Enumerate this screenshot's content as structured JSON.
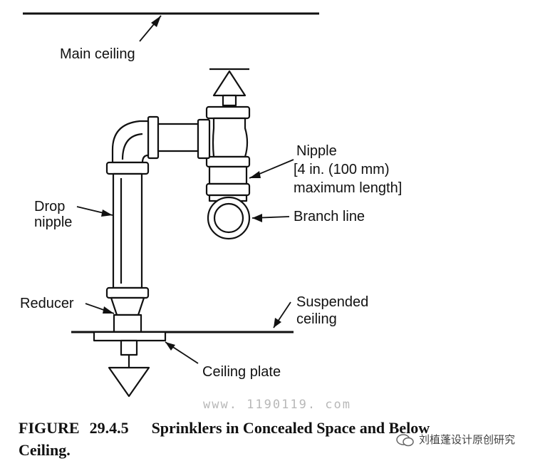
{
  "labels": {
    "main_ceiling": "Main ceiling",
    "nipple": [
      "Nipple",
      "[4 in. (100 mm)",
      "maximum length]"
    ],
    "branch_line": "Branch line",
    "drop_nipple": [
      "Drop",
      "nipple"
    ],
    "reducer": "Reducer",
    "suspended_ceiling": [
      "Suspended",
      "ceiling"
    ],
    "ceiling_plate": "Ceiling plate"
  },
  "caption": {
    "figure_label": "FIGURE",
    "figure_number": "29.4.5",
    "title_line1": "Sprinklers in Concealed Space and Below",
    "title_line2": "Ceiling."
  },
  "watermark": {
    "url": "www. 1190119. com",
    "badge_text": "刘植蓬设计原创研究"
  },
  "colors": {
    "ink": "#111111",
    "watermark": "#b8b8b8"
  }
}
